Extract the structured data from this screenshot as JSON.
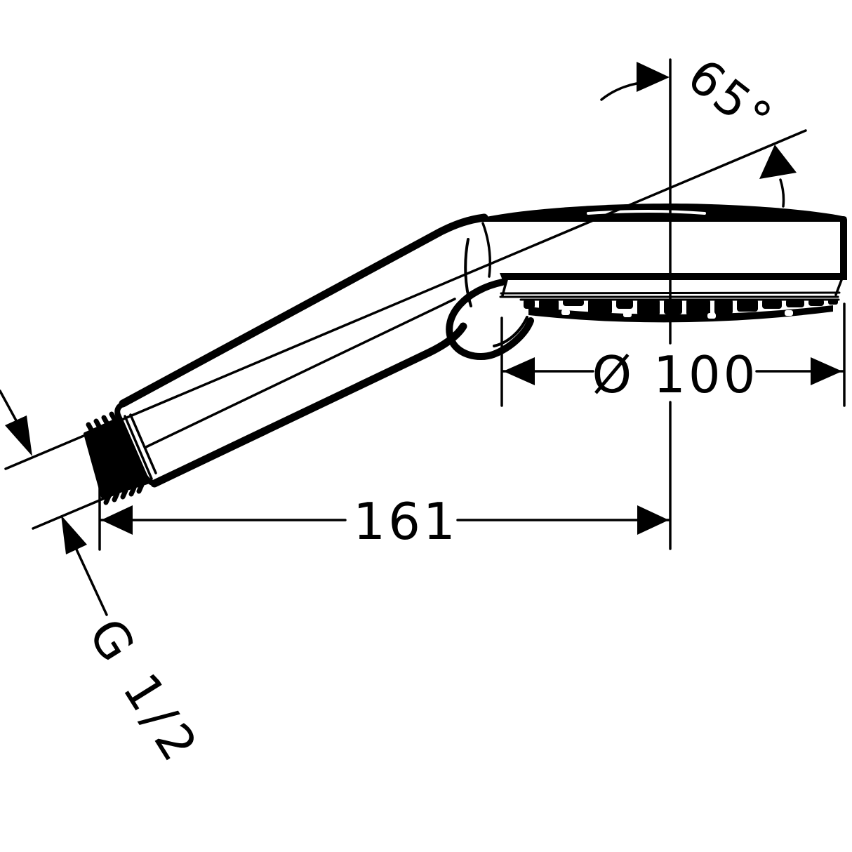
{
  "page": {
    "background_color": "#ffffff",
    "line_color": "#000000"
  },
  "drawing": {
    "type": "technical-dimension-drawing",
    "subject": "hand shower, side view with dimensions",
    "annotations": {
      "angle": "65°",
      "diameter": "Ø 100",
      "length": "161",
      "thread": "G 1/2"
    }
  }
}
